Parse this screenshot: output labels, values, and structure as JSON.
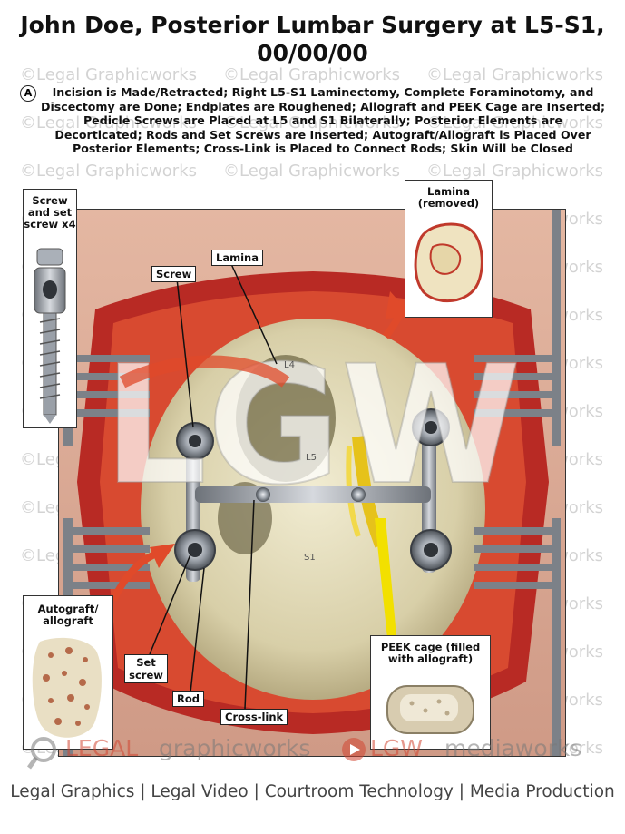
{
  "title": "John Doe, Posterior Lumbar Surgery at L5-S1, 00/00/00",
  "description": {
    "marker": "A",
    "text": "Incision is Made/Retracted; Right L5-S1 Laminectomy, Complete Foraminotomy, and Discectomy are Done; Endplates are Roughened; Allograft and PEEK Cage are Inserted; Pedicle Screws are Placed at L5 and S1 Bilaterally; Posterior Elements are Decorticated; Rods and Set Screws are Inserted; Autograft/Allograft is Placed Over Posterior Elements; Cross-Link is Placed to Connect Rods; Skin Will be Closed"
  },
  "watermark": {
    "text": "©Legal Graphicworks",
    "logo": "LGW"
  },
  "insets": {
    "screw": "Screw and set screw x4",
    "lamina": "Lamina (removed)",
    "autograft": "Autograft/ allograft",
    "peek": "PEEK cage (filled with allograft)"
  },
  "labels": {
    "screw": "Screw",
    "lamina": "Lamina",
    "set_screw": "Set screw",
    "rod": "Rod",
    "cross_link": "Cross-link",
    "l4": "L4",
    "l5": "L5",
    "s1": "S1"
  },
  "footer": {
    "legal": "LEGAL",
    "graphicworks": "graphicworks",
    "lgw": "LGW",
    "mediaworks": "mediaworks",
    "tagline": "Legal Graphics | Legal Video | Courtroom Technology | Media Production"
  },
  "colors": {
    "tissue_red": "#c8322a",
    "bone": "#e8e2c4",
    "metal": "#8a8f96",
    "nerve_yellow": "#e6c21a",
    "arrow_red": "#e04a2a"
  }
}
